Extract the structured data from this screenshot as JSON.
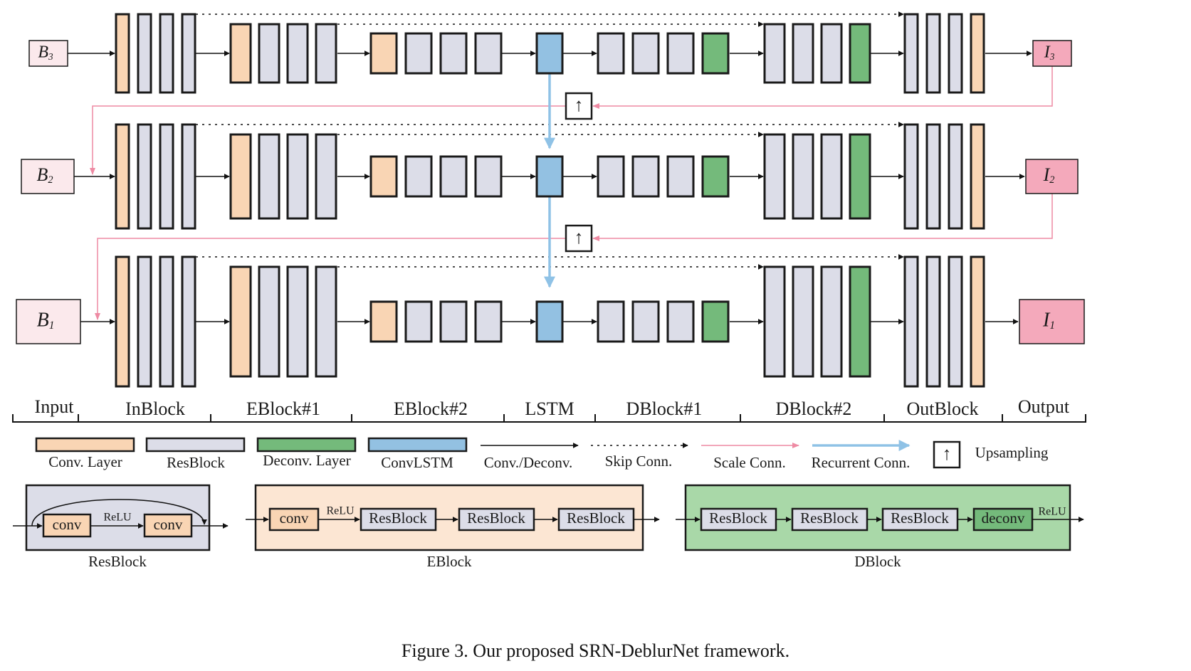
{
  "colors": {
    "conv": "#f9d5b4",
    "resblock": "#dcdde8",
    "deconv": "#74ba7b",
    "convlstm": "#93c1e2",
    "scale_conn": "#ee8aa3",
    "recurrent_conn": "#8fc2e6",
    "input_fill": "#fbe9ec",
    "output_fill": "#f4a9bb",
    "eblock_bg": "#fce6d3",
    "resblock_bg": "#dcdde8",
    "dblock_bg": "#a9d8a8"
  },
  "scales": [
    {
      "input_base": "B",
      "input_sub": "3",
      "output_base": "I",
      "output_sub": "3"
    },
    {
      "input_base": "B",
      "input_sub": "2",
      "output_base": "I",
      "output_sub": "2"
    },
    {
      "input_base": "B",
      "input_sub": "1",
      "output_base": "I",
      "output_sub": "1"
    }
  ],
  "upsampling_symbol": "↑",
  "stage_labels": [
    "Input",
    "InBlock",
    "EBlock#1",
    "EBlock#2",
    "LSTM",
    "DBlock#1",
    "DBlock#2",
    "OutBlock",
    "Output"
  ],
  "legend": {
    "conv": "Conv. Layer",
    "resblock": "ResBlock",
    "deconv": "Deconv. Layer",
    "convlstm": "ConvLSTM",
    "conv_deconv": "Conv./Deconv.",
    "skip": "Skip Conn.",
    "scale": "Scale Conn.",
    "recurrent": "Recurrent Conn.",
    "upsampling": "Upsampling"
  },
  "detail": {
    "resblock": {
      "title": "ResBlock",
      "conv1": "conv",
      "relu": "ReLU",
      "conv2": "conv"
    },
    "eblock": {
      "title": "EBlock",
      "conv": "conv",
      "relu": "ReLU",
      "res": [
        "ResBlock",
        "ResBlock",
        "ResBlock"
      ]
    },
    "dblock": {
      "title": "DBlock",
      "res": [
        "ResBlock",
        "ResBlock",
        "ResBlock"
      ],
      "deconv": "deconv",
      "relu": "ReLU"
    }
  },
  "caption": "Figure 3. Our proposed SRN-DeblurNet framework."
}
